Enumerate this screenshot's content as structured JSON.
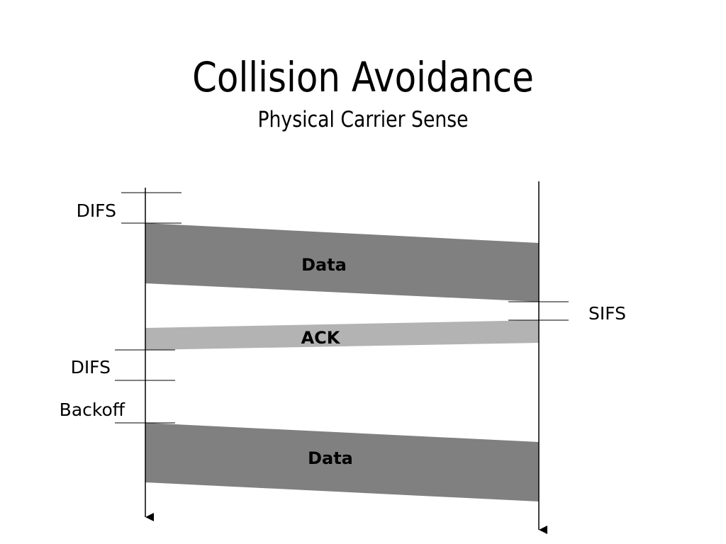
{
  "slide": {
    "title": "Collision Avoidance",
    "subtitle": "Physical Carrier Sense"
  },
  "diagram": {
    "frames": [
      {
        "label": "Data"
      },
      {
        "label": "ACK"
      },
      {
        "label": "Data"
      }
    ],
    "intervals": [
      {
        "label": "DIFS"
      },
      {
        "label": "SIFS"
      },
      {
        "label": "DIFS"
      },
      {
        "label": "Backoff"
      }
    ],
    "colors": {
      "data_frame": "#808080",
      "ack_frame": "#b3b3b3",
      "lines": "#000000"
    }
  }
}
